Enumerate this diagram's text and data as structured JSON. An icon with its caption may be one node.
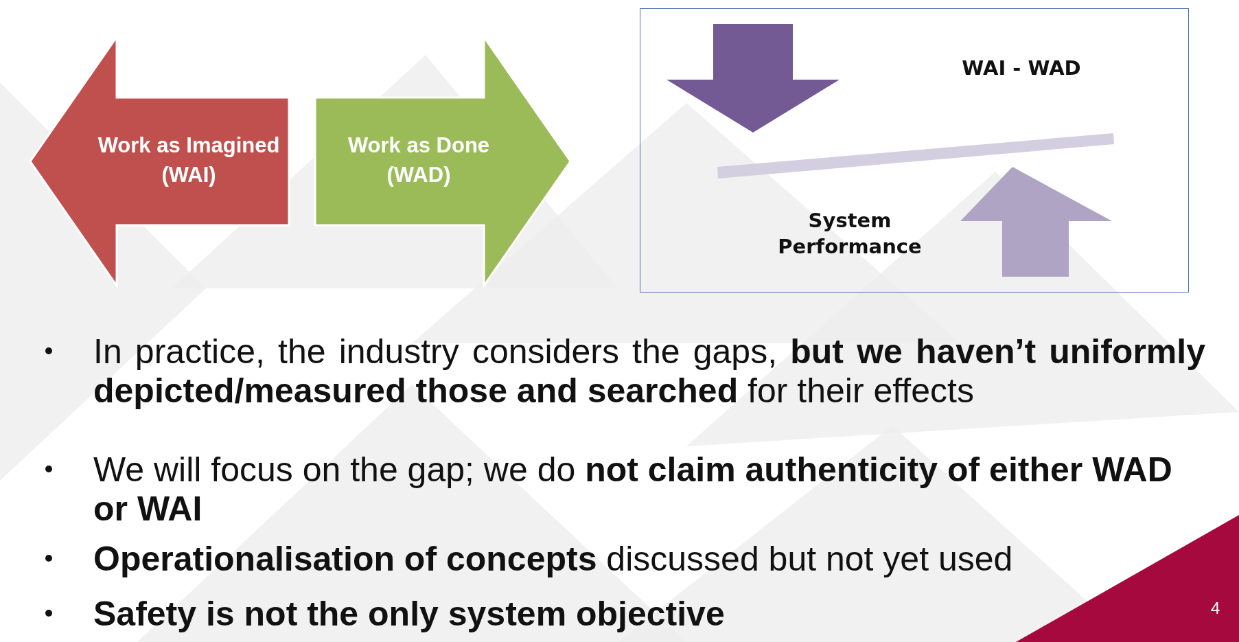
{
  "diagram": {
    "nodes": [
      {
        "text": [
          "Work as Imagined (WAI)"
        ]
      },
      {
        "text": [
          "Work as Done (WAD)"
        ]
      },
      {
        "text": [
          "WAI - WAD",
          "System Performance"
        ]
      }
    ],
    "edges": [],
    "labels": [
      "In practice, the industry considers the gaps, **but we haven’t uniformly depicted/measured those and searched** for their effects",
      "We will focus on the gap; we do **not claim authenticity of either WAD or WAI**",
      "**Operationalisation of concepts** discussed but not yet used",
      "**Safety is not the only system objective**",
      "4"
    ]
  }
}
